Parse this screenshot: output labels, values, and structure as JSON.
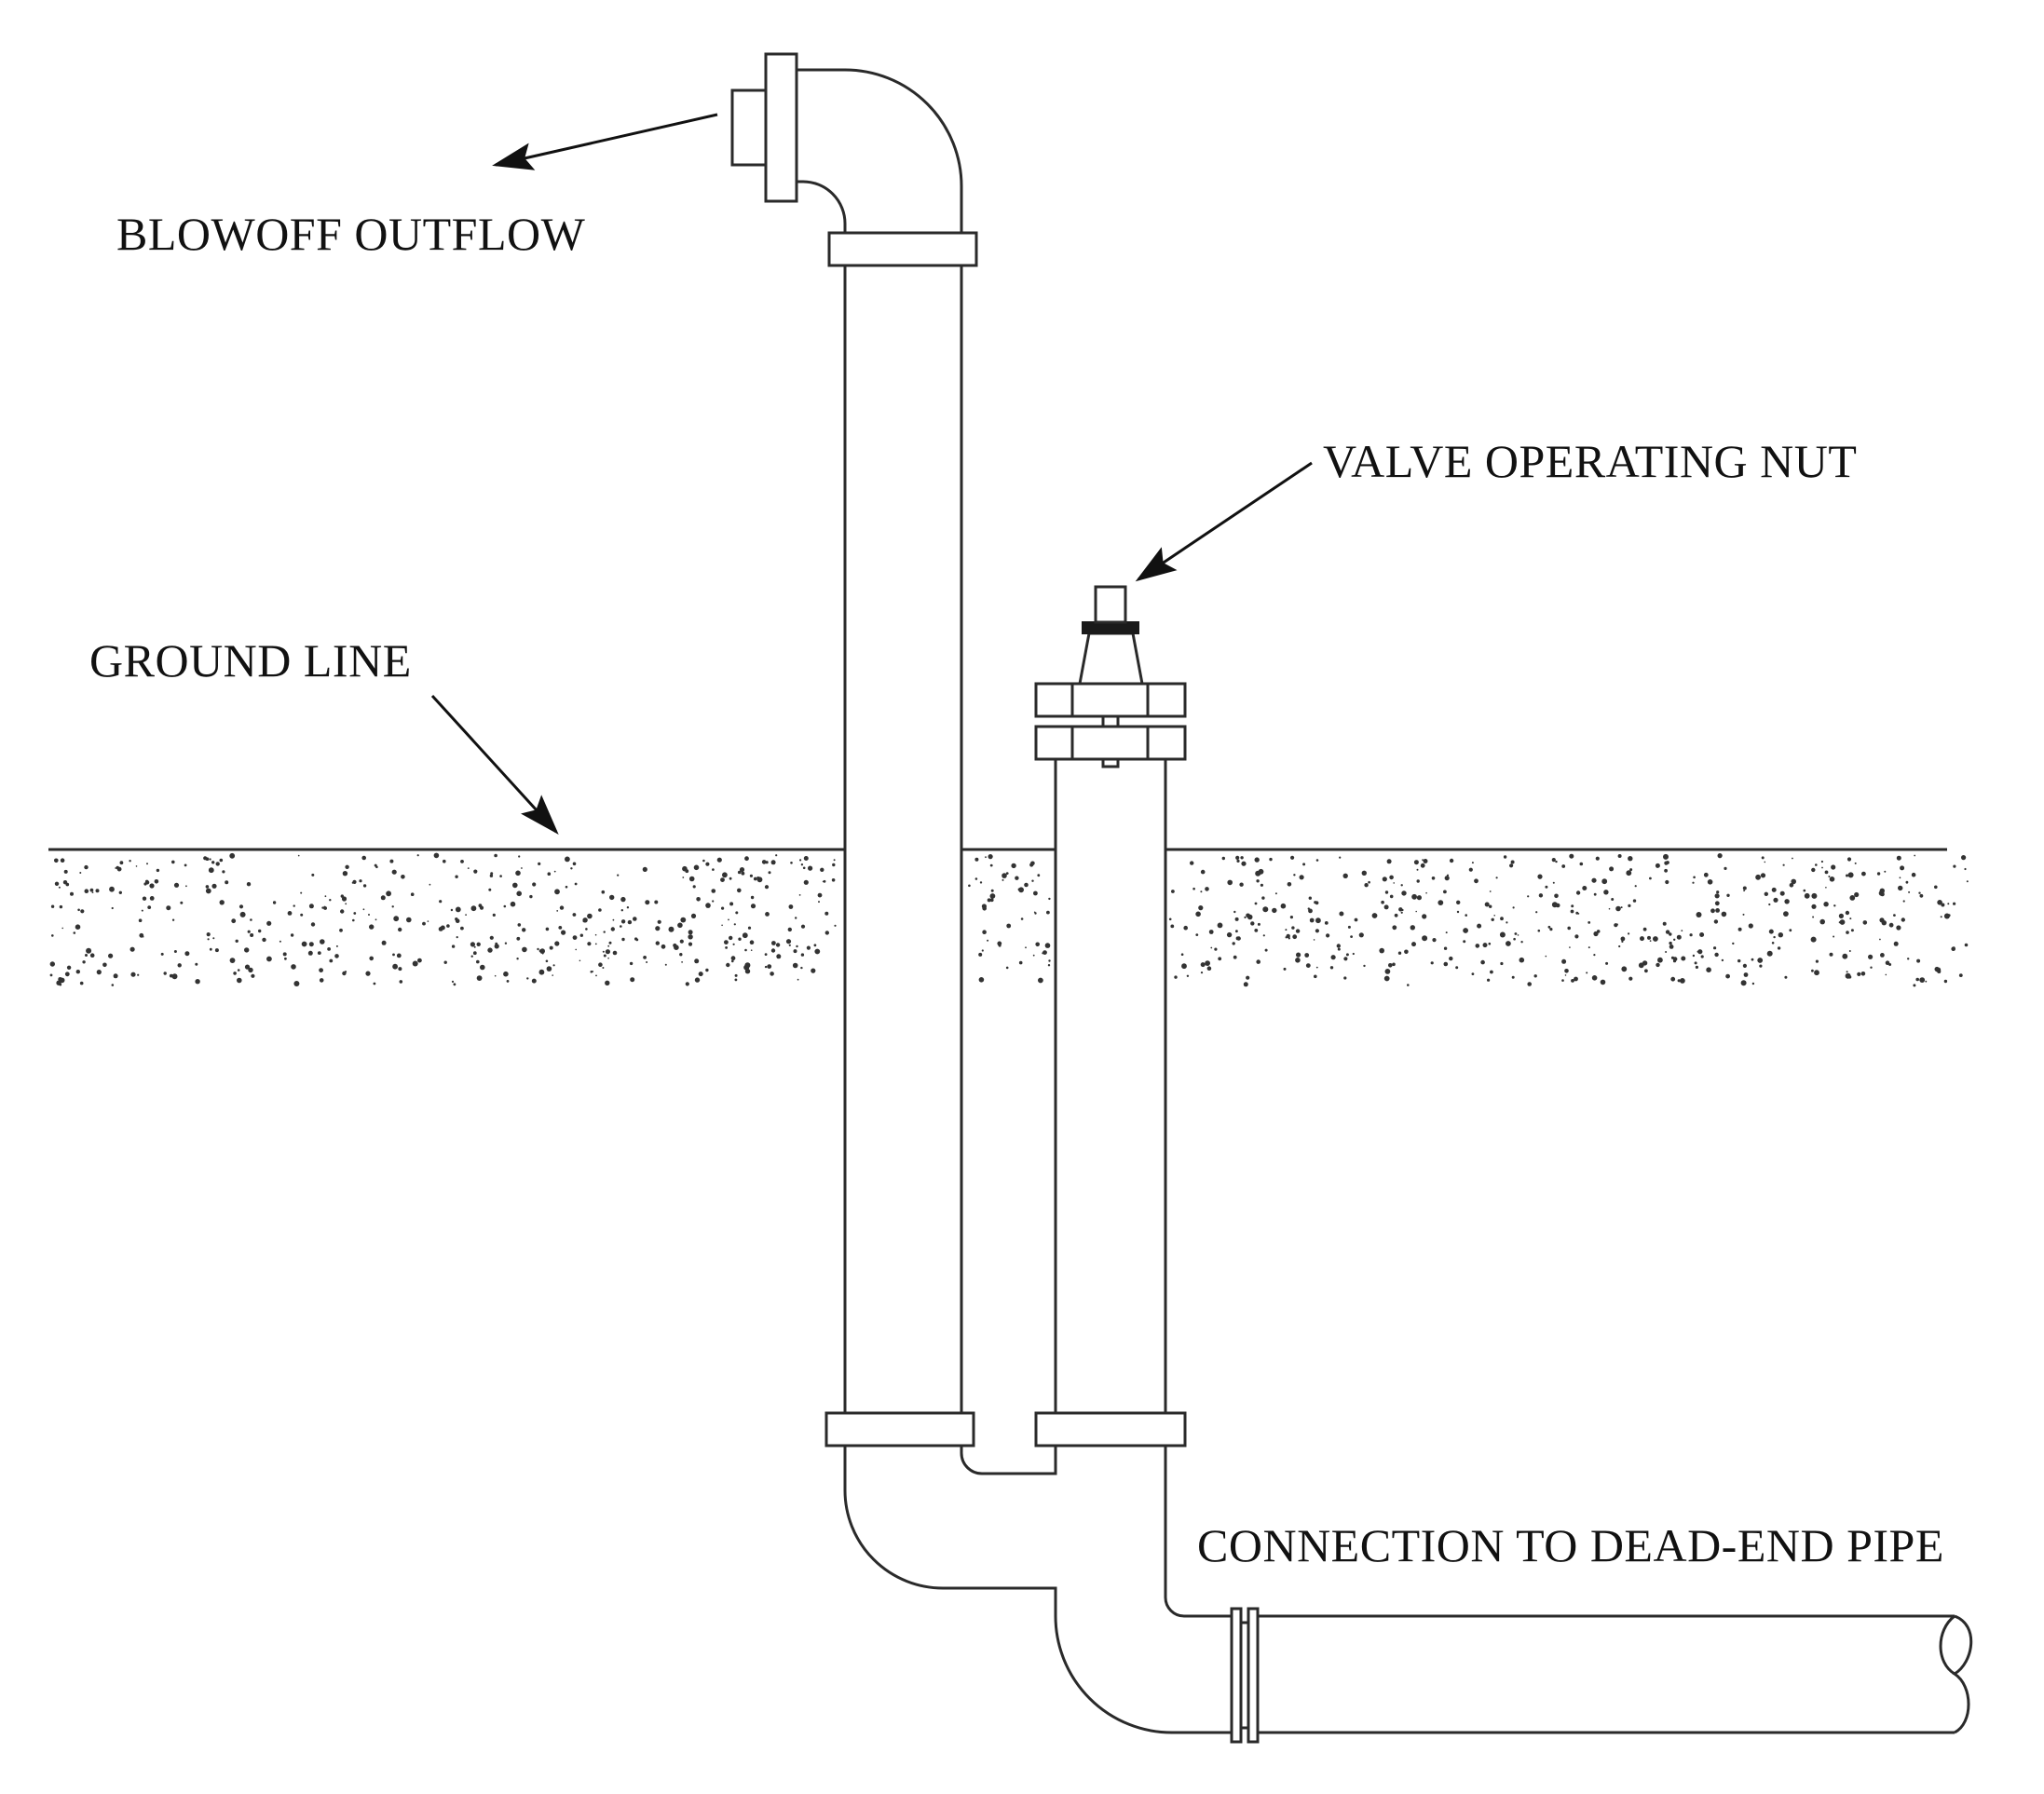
{
  "labels": {
    "blowoff_outflow": "BLOWOFF OUTFLOW",
    "valve_operating_nut": "VALVE OPERATING NUT",
    "ground_line": "GROUND LINE",
    "connection_dead_end": "CONNECTION TO DEAD-END PIPE"
  },
  "colors": {
    "line": "#2a2a2a",
    "soil_speckle": "#333333",
    "background": "#ffffff"
  }
}
